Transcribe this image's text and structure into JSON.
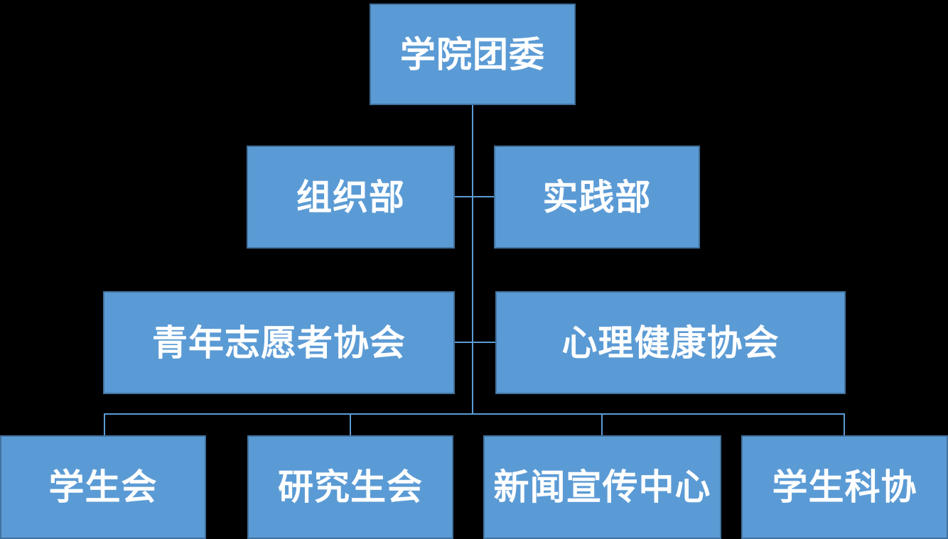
{
  "org_chart": {
    "type": "org-tree",
    "colors": {
      "background": "#000000",
      "box_fill": "#5B9BD5",
      "box_border": "#41719C",
      "connector": "#5B9BD5",
      "text": "#FFFFFF"
    },
    "nodes": {
      "root": {
        "label": "学院团委"
      },
      "level2": [
        {
          "label": "组织部"
        },
        {
          "label": "实践部"
        }
      ],
      "level3": [
        {
          "label": "青年志愿者协会"
        },
        {
          "label": "心理健康协会"
        }
      ],
      "level4": [
        {
          "label": "学生会"
        },
        {
          "label": "研究生会"
        },
        {
          "label": "新闻宣传中心"
        },
        {
          "label": "学生科协"
        }
      ]
    }
  }
}
